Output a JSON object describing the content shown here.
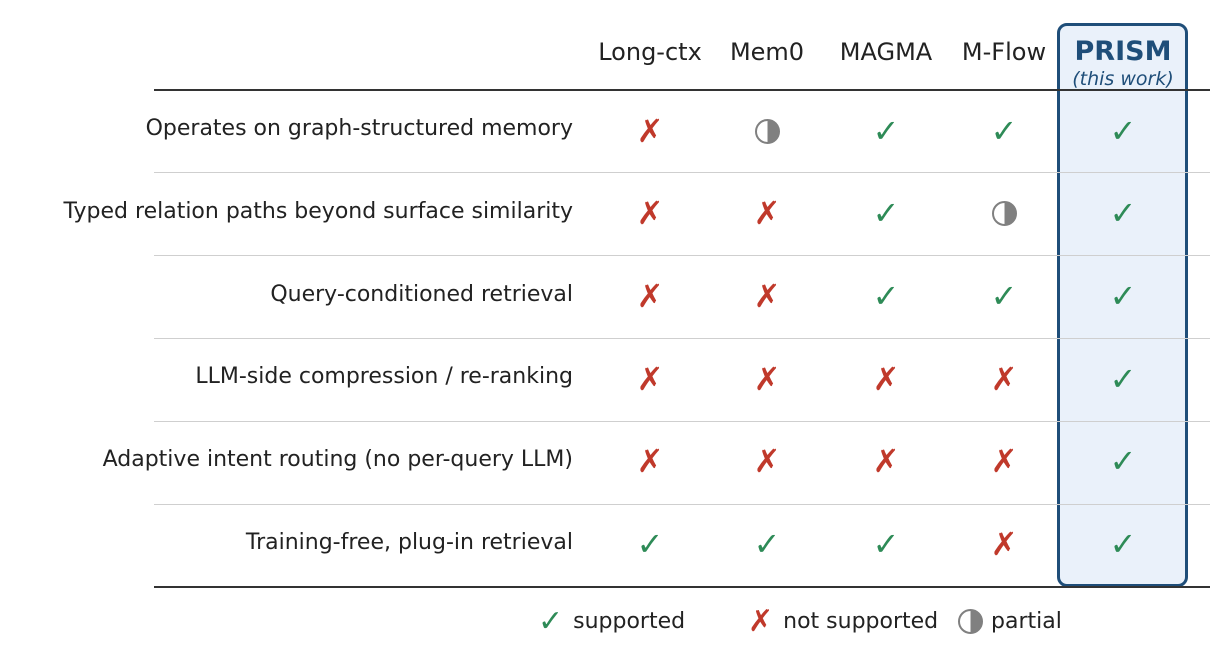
{
  "columns": [
    {
      "label": "Long-ctx"
    },
    {
      "label": "Mem0"
    },
    {
      "label": "MAGMA"
    },
    {
      "label": "M-Flow"
    }
  ],
  "highlight_column": {
    "label": "PRISM",
    "sublabel": "(this work)"
  },
  "rows": [
    {
      "label": "Operates on graph-structured memory",
      "values": [
        "no",
        "partial",
        "yes",
        "yes",
        "yes"
      ]
    },
    {
      "label": "Typed relation paths beyond surface similarity",
      "values": [
        "no",
        "no",
        "yes",
        "partial",
        "yes"
      ]
    },
    {
      "label": "Query-conditioned retrieval",
      "values": [
        "no",
        "no",
        "yes",
        "yes",
        "yes"
      ]
    },
    {
      "label": "LLM-side compression / re-ranking",
      "values": [
        "no",
        "no",
        "no",
        "no",
        "yes"
      ]
    },
    {
      "label": "Adaptive intent routing (no per-query LLM)",
      "values": [
        "no",
        "no",
        "no",
        "no",
        "yes"
      ]
    },
    {
      "label": "Training-free, plug-in retrieval",
      "values": [
        "yes",
        "yes",
        "yes",
        "no",
        "yes"
      ]
    }
  ],
  "legend": {
    "supported": "supported",
    "not_supported": "not supported",
    "partial": "partial"
  },
  "colors": {
    "yes": "#2e8b57",
    "no": "#c0392b",
    "partial": "#808080",
    "highlight_border": "#1f4e79",
    "highlight_fill": "#eaf1fa"
  },
  "icons": {
    "yes": "check-mark",
    "no": "cross-mark",
    "partial": "half-filled-circle"
  }
}
